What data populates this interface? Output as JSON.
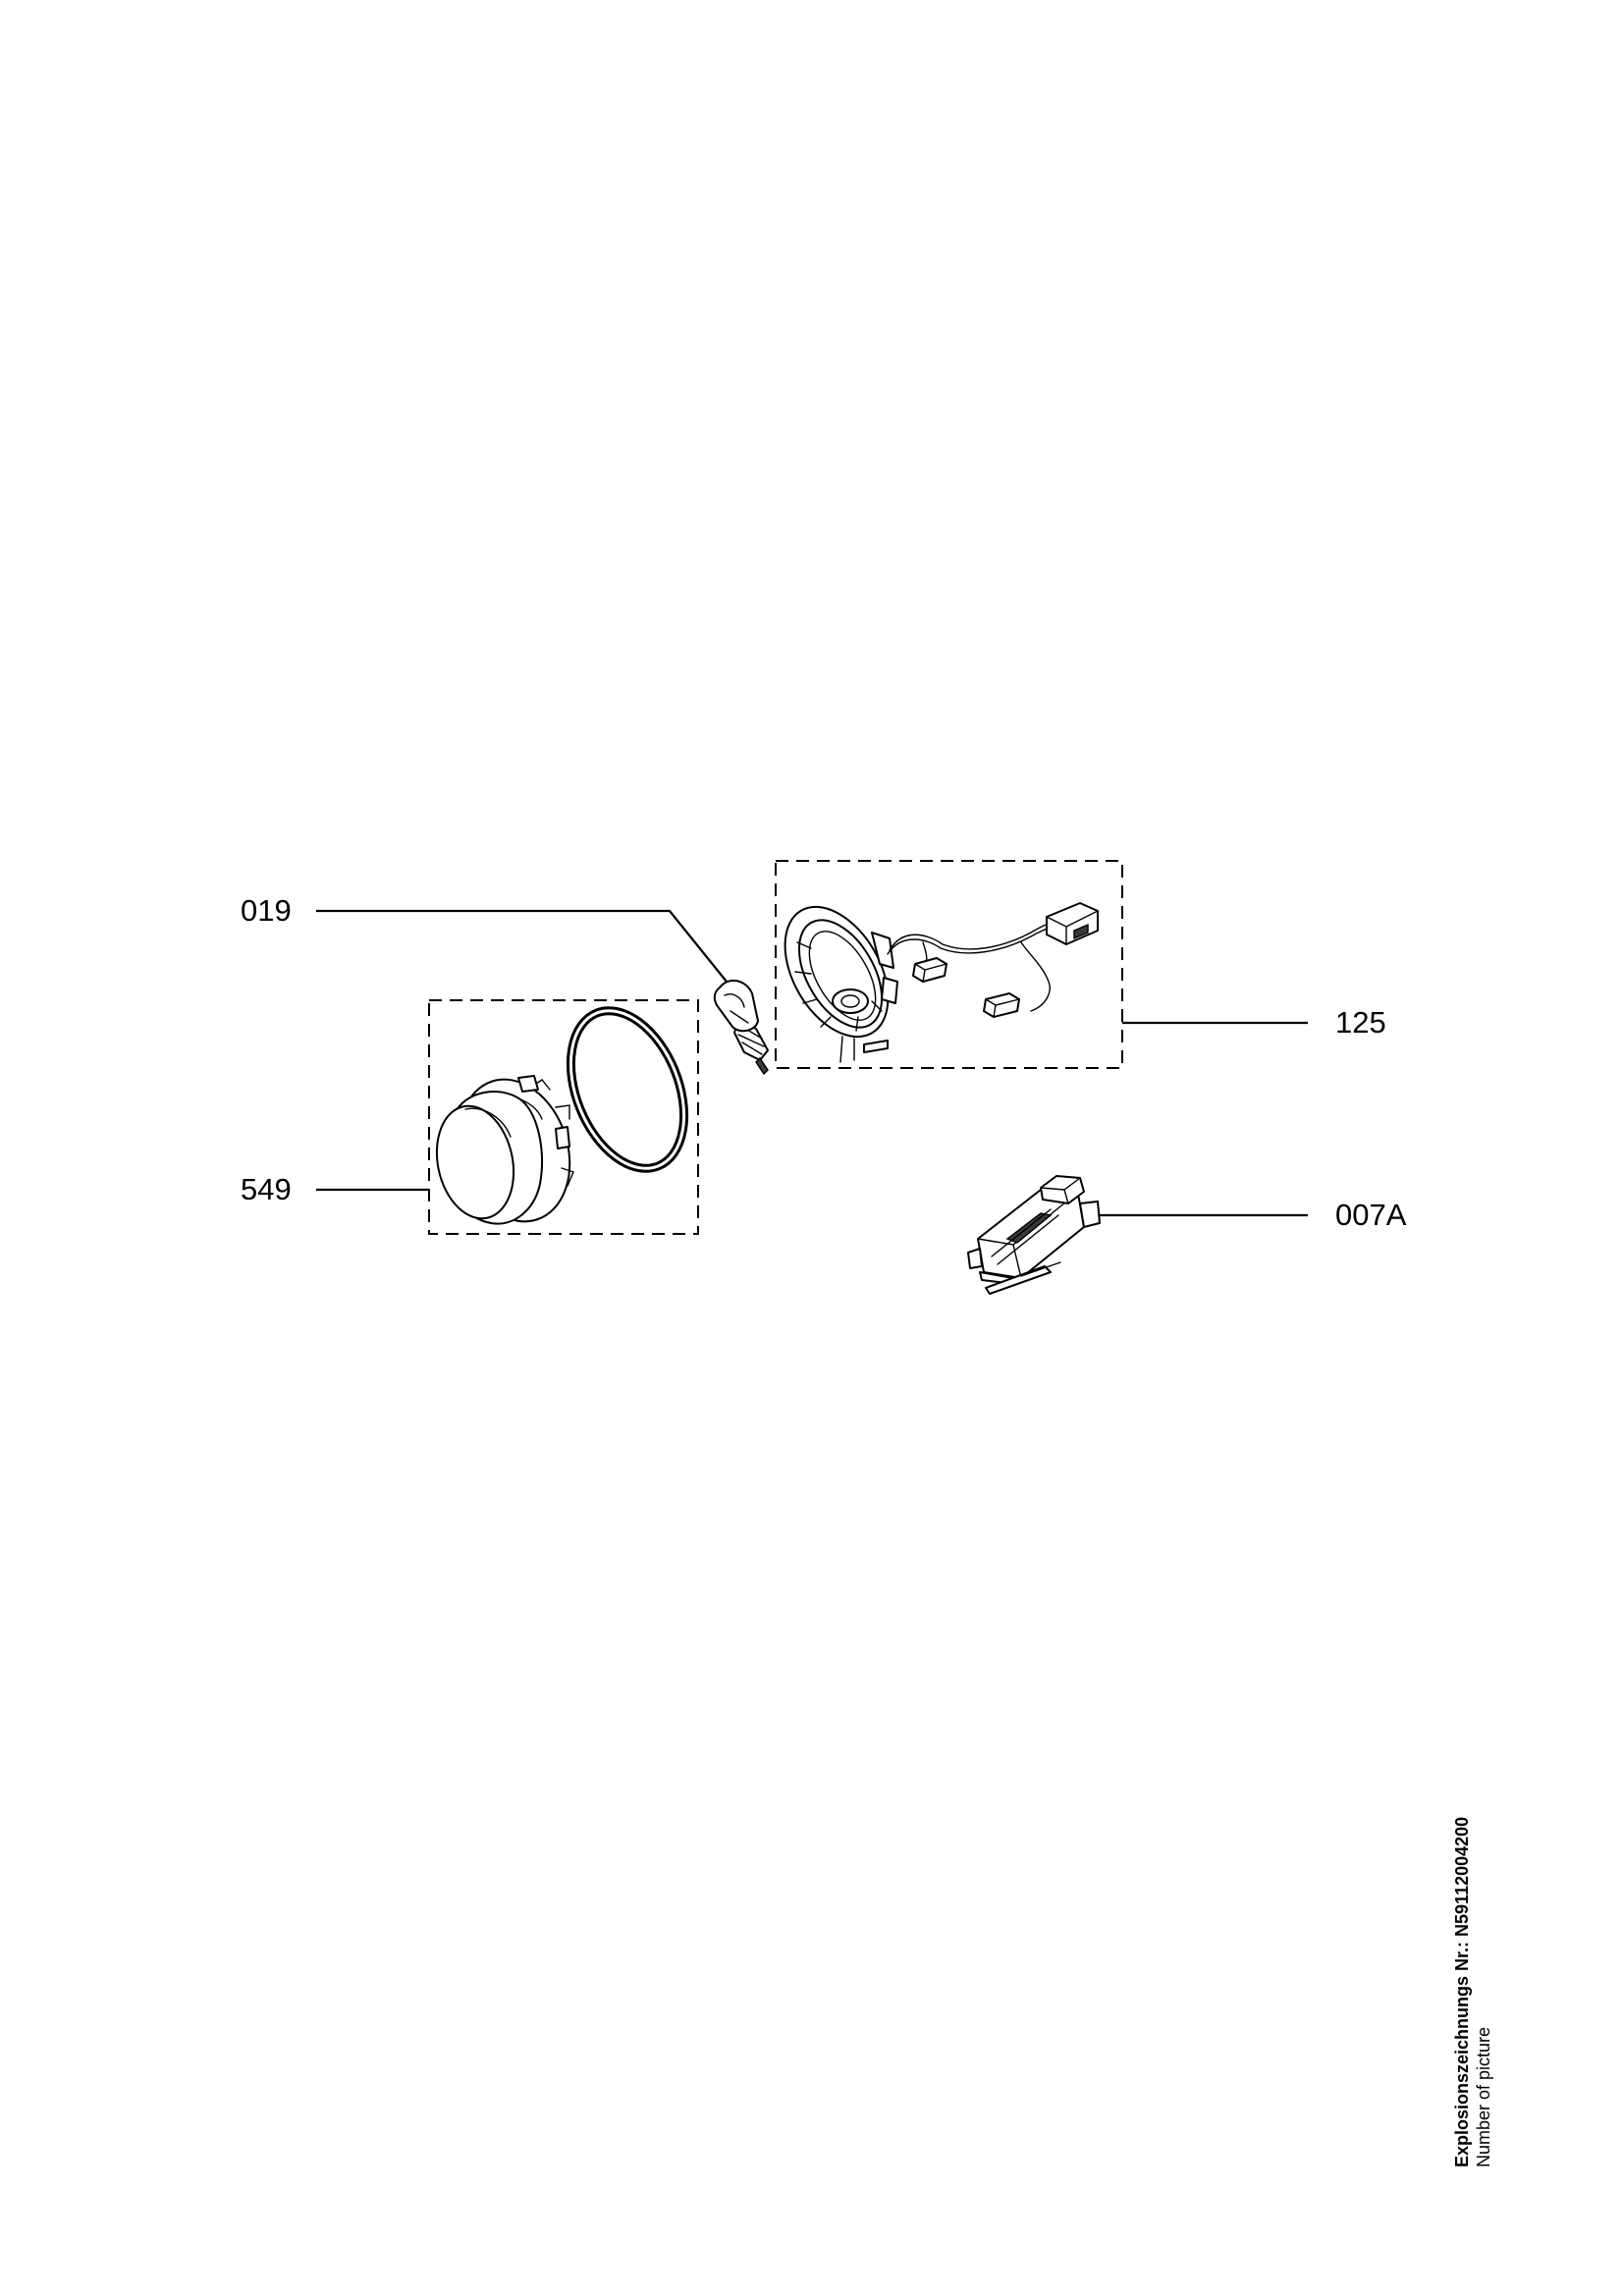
{
  "parts": [
    {
      "id": "part-019",
      "label": "019",
      "name": "lamp bulb"
    },
    {
      "id": "part-125",
      "label": "125",
      "name": "lamp holder with cable"
    },
    {
      "id": "part-549",
      "label": "549",
      "name": "lamp cover with gasket"
    },
    {
      "id": "part-007A",
      "label": "007A",
      "name": "switch"
    }
  ],
  "caption": {
    "title": "Explosionszeichnungs Nr.: N59112004200",
    "subtitle": "Number of picture"
  }
}
